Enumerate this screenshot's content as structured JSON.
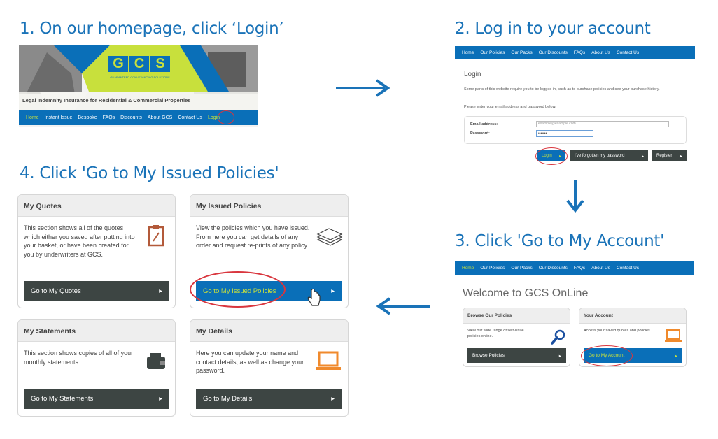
{
  "steps": {
    "s1": "1. On our homepage, click ‘Login’",
    "s2": "2. Log in to your account",
    "s3": "3. Click 'Go to My Account'",
    "s4": "4. Click 'Go to My Issued Policies'"
  },
  "homepage": {
    "logo": "GCS",
    "logo_sub": "GUARANTEED CONVEYANCING SOLUTIONS",
    "tagline": "Legal Indemnity Insurance for Residential & Commercial Properties",
    "nav": [
      "Home",
      "Instant Issue",
      "Bespoke",
      "FAQs",
      "Discounts",
      "About GCS",
      "Contact Us",
      "Login"
    ]
  },
  "login": {
    "nav": [
      "Home",
      "Our Policies",
      "Our Packs",
      "Our Discounts",
      "FAQs",
      "About Us",
      "Contact Us"
    ],
    "title": "Login",
    "intro": "Some parts of this website require you to be logged in, such as to purchase policies and see your purchase history.",
    "instructions": "Please enter your email address and password below.",
    "email_label": "Email address:",
    "email_value": "example@example.com",
    "password_label": "Password:",
    "password_value": "•••••••",
    "login_btn": "Login",
    "forgot_btn": "I've forgotten my password",
    "register_btn": "Register"
  },
  "account": {
    "nav": [
      "Home",
      "Our Policies",
      "Our Packs",
      "Our Discounts",
      "FAQs",
      "About Us",
      "Contact Us"
    ],
    "title": "Welcome to GCS OnLine",
    "browse": {
      "title": "Browse Our Policies",
      "text": "View our wide range of self-issue policies online.",
      "btn": "Browse Policies"
    },
    "your": {
      "title": "Your Account",
      "text": "Access your saved quotes and policies.",
      "btn": "Go to My Account"
    }
  },
  "dashboard": {
    "quotes": {
      "title": "My Quotes",
      "text": "This section shows all of the quotes which either you saved after putting into your basket, or have been created for you by underwriters at GCS.",
      "btn": "Go to My Quotes"
    },
    "issued": {
      "title": "My Issued Policies",
      "text": "View the policies which you have issued. From here you can get details of any order and request re-prints of any policy.",
      "btn": "Go to My Issued Policies"
    },
    "statements": {
      "title": "My Statements",
      "text": "This section shows copies of all of your monthly statements.",
      "btn": "Go to My Statements"
    },
    "details": {
      "title": "My Details",
      "text": "Here you can update your name and contact details, as well as change your password.",
      "btn": "Go to My Details"
    }
  },
  "colors": {
    "brand": "#0a6fb8",
    "accent": "#c8e03c",
    "dark": "#3d4543",
    "highlight": "#d9363e"
  }
}
